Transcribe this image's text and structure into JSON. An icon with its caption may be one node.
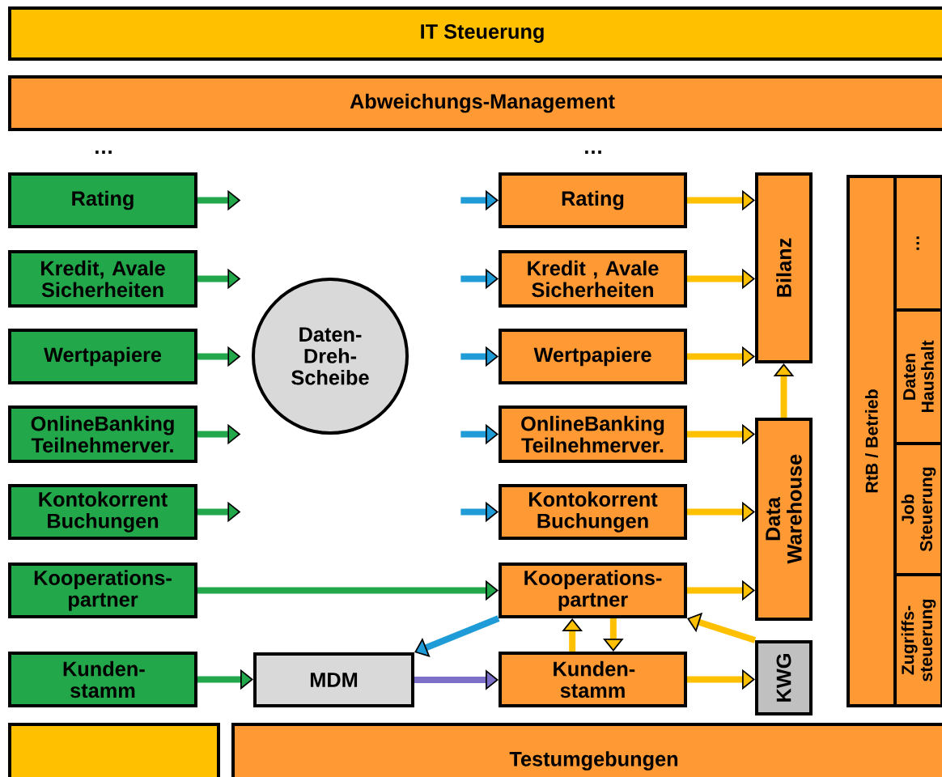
{
  "diagram": {
    "nodes": [
      {
        "text": [
          "IT Steuerung"
        ]
      },
      {
        "text": [
          "Abweichungs-Management"
        ]
      },
      {
        "text": [
          "Rating"
        ]
      },
      {
        "text": [
          "Kredit, Avale Sicherheiten"
        ]
      },
      {
        "text": [
          "Wertpapiere"
        ]
      },
      {
        "text": [
          "OnlineBanking Teilnehmerver."
        ]
      },
      {
        "text": [
          "Kontokorrent Buchungen"
        ]
      },
      {
        "text": [
          "Kooperations- partner"
        ]
      },
      {
        "text": [
          "Kunden- stamm"
        ]
      },
      {
        "text": [
          "Daten- Dreh- Scheibe"
        ]
      },
      {
        "text": [
          "MDM"
        ]
      },
      {
        "text": [
          "Rating"
        ]
      },
      {
        "text": [
          "Kredit , Avale Sicherheiten"
        ]
      },
      {
        "text": [
          "Wertpapiere"
        ]
      },
      {
        "text": [
          "OnlineBanking Teilnehmerver."
        ]
      },
      {
        "text": [
          "Kontokorrent Buchungen"
        ]
      },
      {
        "text": [
          "Kooperations- partner"
        ]
      },
      {
        "text": [
          "Kunden- stamm"
        ]
      },
      {
        "text": [
          "Bilanz"
        ]
      },
      {
        "text": [
          "Data Warehouse"
        ]
      },
      {
        "text": [
          "KWG"
        ]
      },
      {
        "text": [
          "RtB / Betrieb"
        ]
      },
      {
        "text": [
          "…"
        ]
      },
      {
        "text": [
          "Daten Haushalt"
        ]
      },
      {
        "text": [
          "Job Steuerung"
        ]
      },
      {
        "text": [
          "Zugriffs- steuerung"
        ]
      },
      {
        "text": [],
        "shape": "box"
      },
      {
        "text": [
          "Testumgebungen"
        ]
      }
    ],
    "edges": [
      {
        "from": 2,
        "to": null,
        "arrow": "to",
        "color": "#22a84a"
      },
      {
        "from": 3,
        "to": null,
        "arrow": "to",
        "color": "#22a84a"
      },
      {
        "from": 4,
        "to": null,
        "arrow": "to",
        "color": "#22a84a"
      },
      {
        "from": 5,
        "to": null,
        "arrow": "to",
        "color": "#22a84a"
      },
      {
        "from": 6,
        "to": null,
        "arrow": "to",
        "color": "#22a84a"
      },
      {
        "from": null,
        "to": 11,
        "arrow": "to",
        "color": "#1f9bd7"
      },
      {
        "from": null,
        "to": 12,
        "arrow": "to",
        "color": "#1f9bd7"
      },
      {
        "from": null,
        "to": 13,
        "arrow": "to",
        "color": "#1f9bd7"
      },
      {
        "from": null,
        "to": 14,
        "arrow": "to",
        "color": "#1f9bd7"
      },
      {
        "from": null,
        "to": 15,
        "arrow": "to",
        "color": "#1f9bd7"
      },
      {
        "from": 7,
        "to": 16,
        "arrow": "to",
        "color": "#22a84a"
      },
      {
        "from": 8,
        "to": 10,
        "arrow": "to",
        "color": "#22a84a"
      },
      {
        "from": 10,
        "to": 17,
        "arrow": "to",
        "color": "#7b6fc8"
      },
      {
        "from": 11,
        "to": 18,
        "arrow": "to"
      },
      {
        "from": 12,
        "to": 18,
        "arrow": "to"
      },
      {
        "from": 13,
        "to": 18,
        "arrow": "to"
      },
      {
        "from": 14,
        "to": 19,
        "arrow": "to"
      },
      {
        "from": 15,
        "to": 19,
        "arrow": "to"
      },
      {
        "from": 16,
        "to": 19,
        "arrow": "to"
      },
      {
        "from": 17,
        "to": 20,
        "arrow": "to"
      },
      {
        "from": 19,
        "to": 18,
        "arrow": "to"
      },
      {
        "from": 17,
        "to": 16,
        "arrow": "to"
      },
      {
        "from": 16,
        "to": 17,
        "arrow": "to"
      },
      {
        "from": 16,
        "to": 10,
        "arrow": "to",
        "color": "#1f9bd7"
      },
      {
        "from": 20,
        "to": 16,
        "arrow": "to"
      }
    ],
    "labels": [
      "…",
      "…"
    ]
  }
}
